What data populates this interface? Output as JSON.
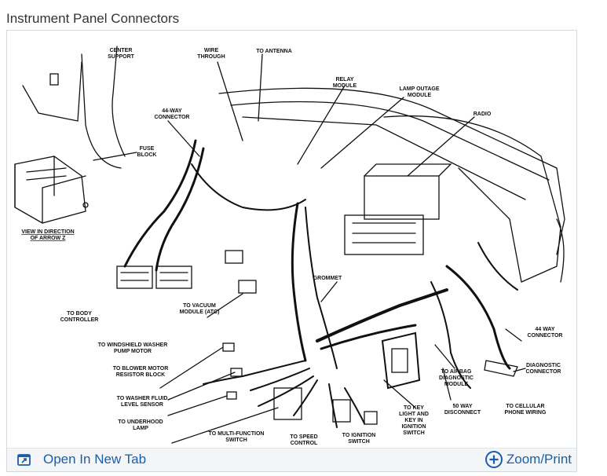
{
  "page": {
    "title": "Instrument Panel Connectors"
  },
  "toolbar": {
    "open_tab_label": "Open In New Tab",
    "zoom_label": "Zoom/Print"
  },
  "diagram": {
    "labels": {
      "center_support_1": "CENTER",
      "center_support_2": "SUPPORT",
      "wire_through_1": "WIRE",
      "wire_through_2": "THROUGH",
      "to_antenna": "TO ANTENNA",
      "relay_module_1": "RELAY",
      "relay_module_2": "MODULE",
      "lamp_outage_1": "LAMP OUTAGE",
      "lamp_outage_2": "MODULE",
      "radio": "RADIO",
      "conn44_1": "44-WAY",
      "conn44_2": "CONNECTOR",
      "fuse_block_1": "FUSE",
      "fuse_block_2": "BLOCK",
      "view_1": "VIEW IN DIRECTION",
      "view_2": "OF ARROW Z",
      "body_ctrl_1": "TO BODY",
      "body_ctrl_2": "CONTROLLER",
      "vacuum_1": "TO VACUUM",
      "vacuum_2": "MODULE (ATC)",
      "grommet": "GROMMET",
      "washer_pump_1": "TO WINDSHIELD WASHER",
      "washer_pump_2": "PUMP MOTOR",
      "blower_1": "TO BLOWER MOTOR",
      "blower_2": "RESISTOR BLOCK",
      "washer_fluid_1": "TO WASHER FLUID",
      "washer_fluid_2": "LEVEL SENSOR",
      "underhood_1": "TO UNDERHOOD",
      "underhood_2": "LAMP",
      "multifunction_1": "TO MULTI-FUNCTION",
      "multifunction_2": "SWITCH",
      "speed_1": "TO SPEED",
      "speed_2": "CONTROL",
      "ignition_1": "TO IGNITION",
      "ignition_2": "SWITCH",
      "key_light_1": "TO KEY",
      "key_light_2": "LIGHT AND",
      "key_light_3": "KEY IN",
      "key_light_4": "IGNITION",
      "key_light_5": "SWITCH",
      "disconnect_1": "50 WAY",
      "disconnect_2": "DISCONNECT",
      "cellular_1": "TO CELLULAR",
      "cellular_2": "PHONE WIRING",
      "airbag_1": "TO AIRBAG",
      "airbag_2": "DIAGNOSTIC",
      "airbag_3": "MODULE",
      "conn44b_1": "44 WAY",
      "conn44b_2": "CONNECTOR",
      "diag_1": "DIAGNOSTIC",
      "diag_2": "CONNECTOR"
    }
  },
  "icons": {
    "open_tab": "open-new-tab-icon",
    "zoom": "zoom-plus-icon"
  },
  "colors": {
    "link": "#1a5ea8",
    "border": "#d5d9e0",
    "toolbar_bg": "#f4f5f7"
  }
}
